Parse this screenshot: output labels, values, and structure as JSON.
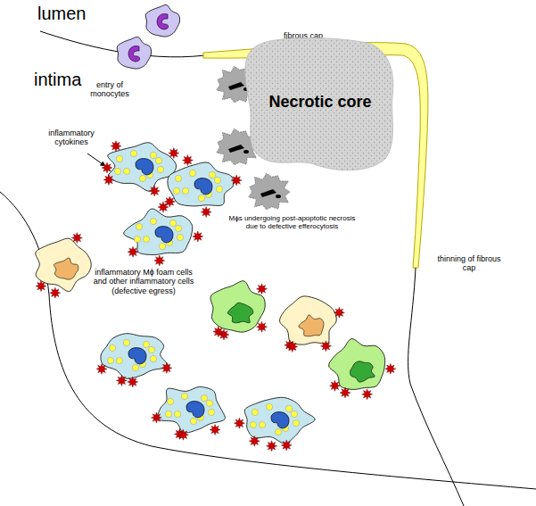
{
  "diagram": {
    "nodes": [
      {
        "text": [
          "Necrotic core"
        ]
      }
    ],
    "labels": [
      "lumen",
      "intima",
      "fibrous cap",
      "entry of monocytes",
      "inflammatory cytokines",
      "Mϕs undergoing post-apoptotic necrosis due to defective efferocytosis",
      "thinning of fibrous cap",
      "inflammatory Mϕ foam cells and other inflammatory cells (defective egress)"
    ]
  }
}
